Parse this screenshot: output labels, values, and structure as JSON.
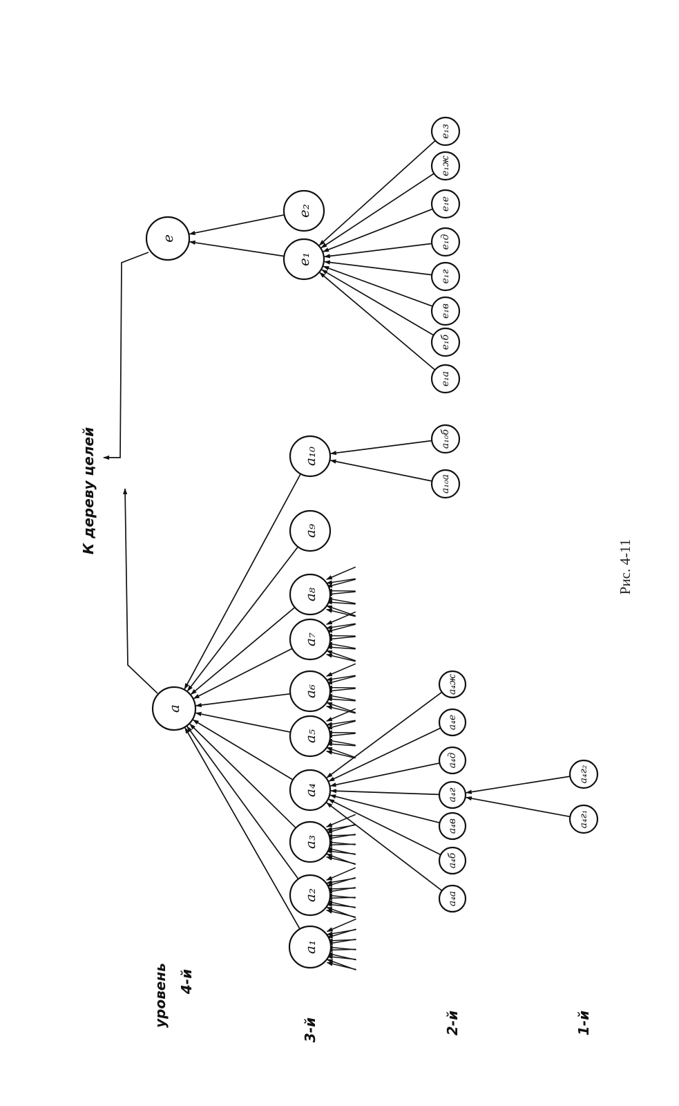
{
  "levels": {
    "title": "уровень",
    "l4": "4-й",
    "l3": "3-й",
    "l2": "2-й",
    "l1": "1-й"
  },
  "link_label": "К дереву целей",
  "caption": "Рис. 4-11",
  "nodes": {
    "a": "a",
    "e": "e",
    "a1": "a₁",
    "a2": "a₂",
    "a3": "a₃",
    "a4": "a₄",
    "a5": "a₅",
    "a6": "a₆",
    "a7": "a₇",
    "a8": "a₈",
    "a9": "a₉",
    "a10": "a₁₀",
    "e1": "e₁",
    "e2": "e₂",
    "a4a": "a₄a",
    "a4b": "a₄б",
    "a4v": "a₄в",
    "a4g": "a₄г",
    "a4d": "a₄д",
    "a4e": "a₄e",
    "a4zh": "a₄ж",
    "a10a": "a₁₀a",
    "a10b": "a₁₀б",
    "e1a": "e₁a",
    "e1b": "e₁б",
    "e1v": "e₁в",
    "e1g": "e₁г",
    "e1d": "e₁д",
    "e1e": "e₁e",
    "e1zh": "e₁ж",
    "e1z": "e₁з",
    "a4g1": "a₄г₁",
    "a4g2": "a₄г₂"
  }
}
